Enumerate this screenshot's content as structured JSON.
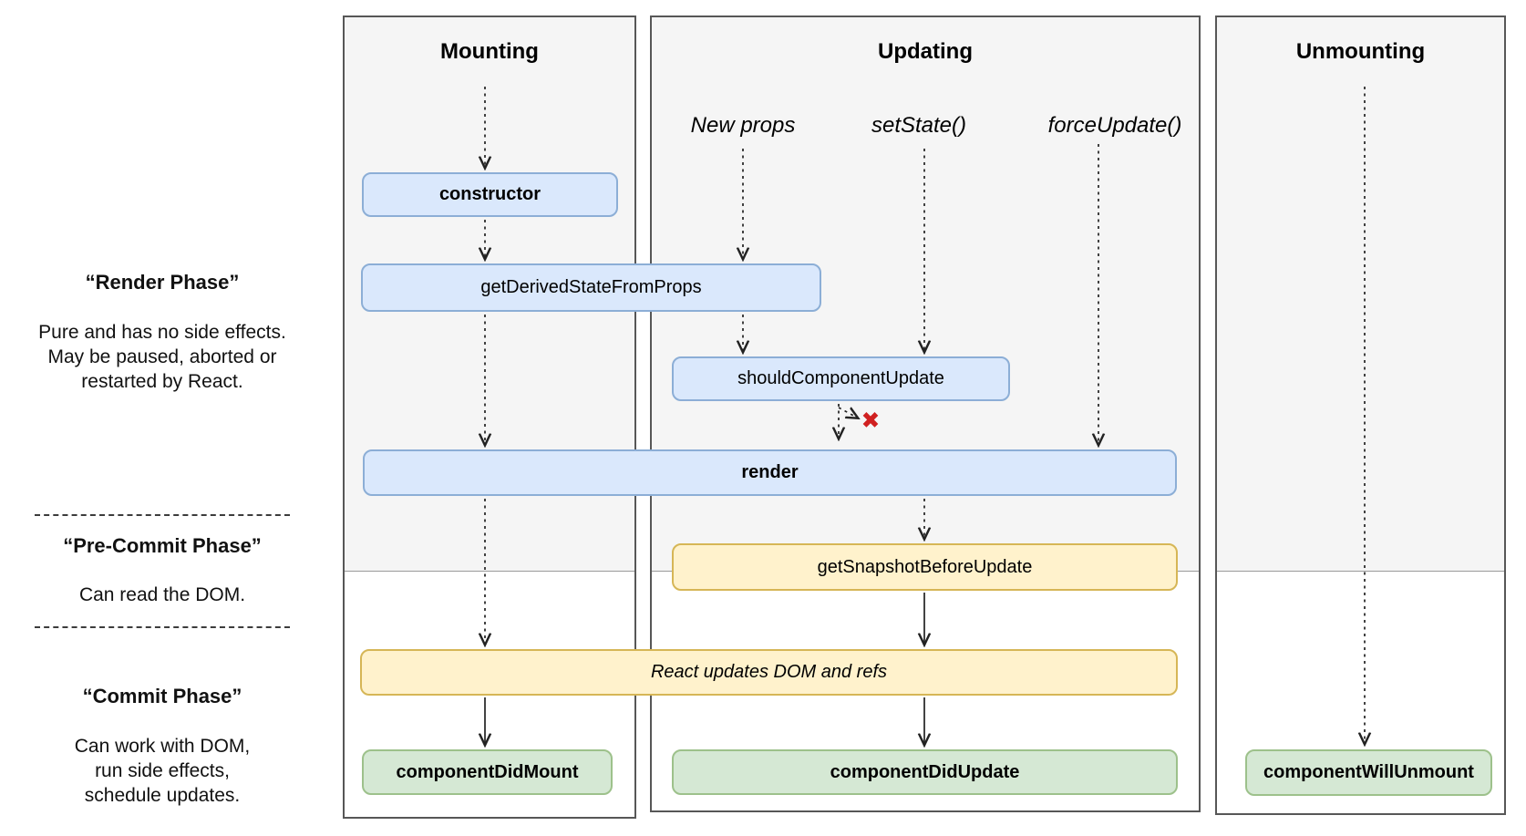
{
  "columns": {
    "mounting": {
      "title": "Mounting"
    },
    "updating": {
      "title": "Updating"
    },
    "unmounting": {
      "title": "Unmounting"
    }
  },
  "events": {
    "new_props": "New props",
    "set_state": "setState()",
    "force_update": "forceUpdate()"
  },
  "lifecycle": {
    "constructor_label": "constructor",
    "get_derived_state": "getDerivedStateFromProps",
    "should_component_update": "shouldComponentUpdate",
    "render": "render",
    "get_snapshot": "getSnapshotBeforeUpdate",
    "react_updates": "React updates DOM and refs",
    "component_did_mount": "componentDidMount",
    "component_did_update": "componentDidUpdate",
    "component_will_unmount": "componentWillUnmount"
  },
  "phases": {
    "render": {
      "title": "“Render Phase”",
      "desc_lines": [
        "Pure and has no side effects.",
        "May be paused, aborted or",
        "restarted by React."
      ]
    },
    "pre_commit": {
      "title": "“Pre-Commit Phase”",
      "desc_lines": [
        "Can read the DOM."
      ]
    },
    "commit": {
      "title": "“Commit Phase”",
      "desc_lines": [
        "Can work with DOM,",
        "run side effects,",
        "schedule updates."
      ]
    }
  },
  "icons": {
    "no_update_x": "✖"
  },
  "colors": {
    "box_blue_fill": "#dae8fc",
    "box_blue_border": "#8caed6",
    "box_yellow_fill": "#fff2cc",
    "box_yellow_border": "#d6b656",
    "box_green_fill": "#d5e8d4",
    "box_green_border": "#9dc18b",
    "column_bg": "#f5f5f5",
    "column_border": "#575757",
    "error_x": "#d02020"
  }
}
